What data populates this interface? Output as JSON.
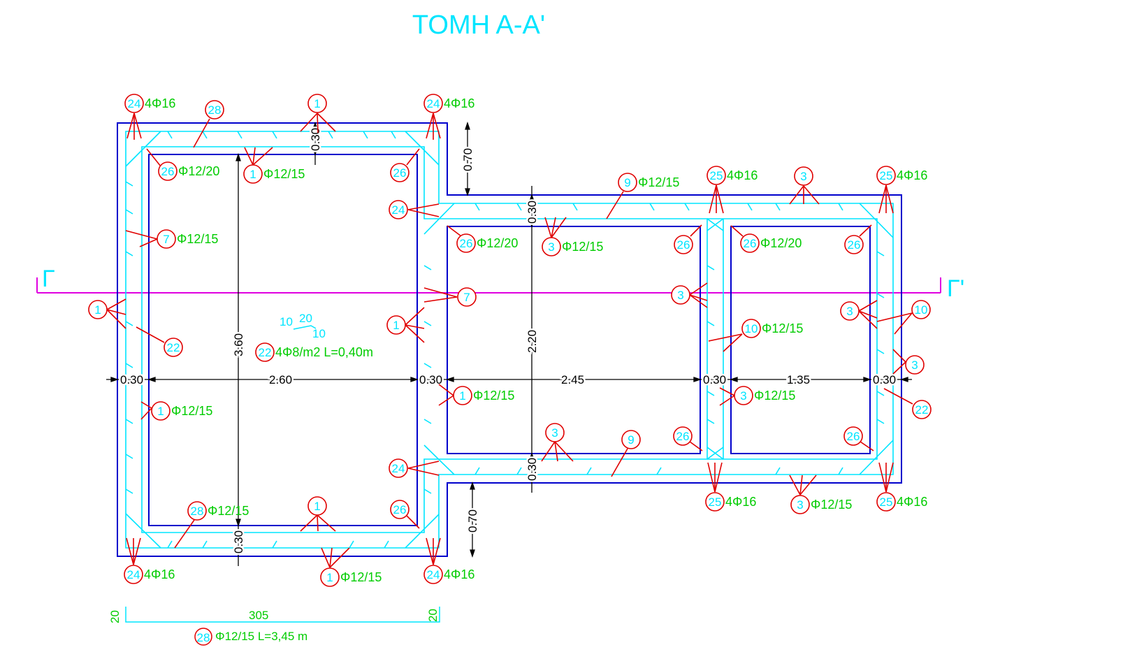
{
  "title": "TOMH A-A'",
  "section_marks": {
    "left": "Γ",
    "right": "Γ'"
  },
  "colors": {
    "outline": "#0000cc",
    "rebar": "#00e5ff",
    "leader": "#e00000",
    "note": "#00cc00",
    "section_line": "#e000e0",
    "dimension": "#000000",
    "title": "#00e5ff"
  },
  "dimensions": {
    "wall_left": "0.30",
    "span_1": "2.60",
    "wall_mid_1": "0.30",
    "span_2": "2.45",
    "wall_mid_2": "0.30",
    "span_3": "1.35",
    "wall_right": "0.30",
    "height_left": "3.60",
    "height_mid": "2.20",
    "top_slab_left": "0.30",
    "bottom_slab_left": "0.30",
    "top_slab_mid": "0.30",
    "bottom_slab_mid": "0.30",
    "step_top": "0.70",
    "step_bottom": "0.70"
  },
  "bar_detail": {
    "leg_left": "20",
    "length": "305",
    "leg_right": "20",
    "mark": "28",
    "spec": "Φ12/15 L=3,45 m"
  },
  "hook_detail": {
    "a": "10",
    "b": "20",
    "c": "10"
  },
  "callouts": [
    {
      "mark": "24",
      "text": "4Φ16"
    },
    {
      "mark": "28",
      "text": ""
    },
    {
      "mark": "1",
      "text": ""
    },
    {
      "mark": "24",
      "text": "4Φ16"
    },
    {
      "mark": "26",
      "text": "Φ12/20"
    },
    {
      "mark": "1",
      "text": "Φ12/15"
    },
    {
      "mark": "26",
      "text": ""
    },
    {
      "mark": "9",
      "text": "Φ12/15"
    },
    {
      "mark": "25",
      "text": "4Φ16"
    },
    {
      "mark": "3",
      "text": ""
    },
    {
      "mark": "25",
      "text": "4Φ16"
    },
    {
      "mark": "24",
      "text": ""
    },
    {
      "mark": "7",
      "text": "Φ12/15"
    },
    {
      "mark": "26",
      "text": "Φ12/20"
    },
    {
      "mark": "3",
      "text": "Φ12/15"
    },
    {
      "mark": "26",
      "text": ""
    },
    {
      "mark": "26",
      "text": "Φ12/20"
    },
    {
      "mark": "26",
      "text": ""
    },
    {
      "mark": "7",
      "text": ""
    },
    {
      "mark": "3",
      "text": ""
    },
    {
      "mark": "1",
      "text": ""
    },
    {
      "mark": "3",
      "text": ""
    },
    {
      "mark": "10",
      "text": ""
    },
    {
      "mark": "1",
      "text": ""
    },
    {
      "mark": "10",
      "text": "Φ12/15"
    },
    {
      "mark": "22",
      "text": ""
    },
    {
      "mark": "22",
      "text": "4Φ8/m2  L=0,40m"
    },
    {
      "mark": "3",
      "text": ""
    },
    {
      "mark": "1",
      "text": "Φ12/15"
    },
    {
      "mark": "3",
      "text": "Φ12/15"
    },
    {
      "mark": "1",
      "text": "Φ12/15"
    },
    {
      "mark": "22",
      "text": ""
    },
    {
      "mark": "3",
      "text": ""
    },
    {
      "mark": "9",
      "text": ""
    },
    {
      "mark": "26",
      "text": ""
    },
    {
      "mark": "26",
      "text": ""
    },
    {
      "mark": "24",
      "text": ""
    },
    {
      "mark": "28",
      "text": "Φ12/15"
    },
    {
      "mark": "1",
      "text": ""
    },
    {
      "mark": "26",
      "text": ""
    },
    {
      "mark": "25",
      "text": "4Φ16"
    },
    {
      "mark": "3",
      "text": "Φ12/15"
    },
    {
      "mark": "25",
      "text": "4Φ16"
    },
    {
      "mark": "24",
      "text": "4Φ16"
    },
    {
      "mark": "1",
      "text": "Φ12/15"
    },
    {
      "mark": "24",
      "text": "4Φ16"
    }
  ]
}
